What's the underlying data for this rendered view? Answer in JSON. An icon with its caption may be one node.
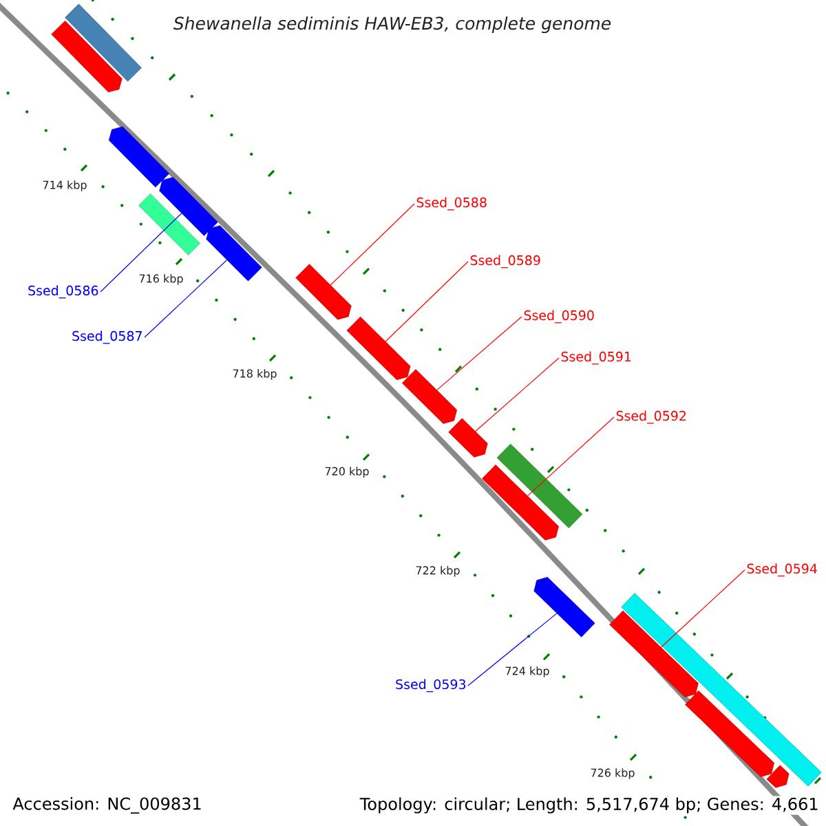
{
  "diagram": {
    "title": "Shewanella sediminis HAW-EB3, complete genome",
    "nodes": [
      {
        "text": [
          "Ssed_0588"
        ]
      },
      {
        "text": [
          "Ssed_0589"
        ]
      },
      {
        "text": [
          "Ssed_0586"
        ]
      },
      {
        "text": [
          "Ssed_0590"
        ]
      },
      {
        "text": [
          "Ssed_0587"
        ]
      },
      {
        "text": [
          "Ssed_0591"
        ]
      },
      {
        "text": [
          "Ssed_0592"
        ]
      },
      {
        "text": [
          "Ssed_0594"
        ]
      },
      {
        "text": [
          "Ssed_0593"
        ]
      },
      {
        "text": [],
        "shape": "bar"
      },
      {
        "text": [],
        "shape": "arrow"
      },
      {
        "text": [],
        "shape": "arrow"
      },
      {
        "text": [],
        "shape": "arrow"
      },
      {
        "text": [],
        "shape": "bar"
      },
      {
        "text": [],
        "shape": "arrow"
      },
      {
        "text": [],
        "shape": "arrow"
      },
      {
        "text": [],
        "shape": "arrow"
      },
      {
        "text": [],
        "shape": "arrow"
      },
      {
        "text": [],
        "shape": "arrow"
      },
      {
        "text": [],
        "shape": "bar"
      },
      {
        "text": [],
        "shape": "arrow"
      },
      {
        "text": [],
        "shape": "arrow"
      },
      {
        "text": [],
        "shape": "bar"
      },
      {
        "text": [],
        "shape": "arrow"
      },
      {
        "text": [],
        "shape": "arrow"
      },
      {
        "text": [],
        "shape": "arrow"
      }
    ],
    "edges": [
      {
        "from": 0,
        "to": 15,
        "arrow": "none"
      },
      {
        "from": 1,
        "to": 16,
        "arrow": "none"
      },
      {
        "from": 2,
        "to": 12,
        "arrow": "none",
        "color": "#0000ff"
      },
      {
        "from": 3,
        "to": 17,
        "arrow": "none"
      },
      {
        "from": 4,
        "to": 14,
        "arrow": "none",
        "color": "#0000ff"
      },
      {
        "from": 5,
        "to": 18,
        "arrow": "none"
      },
      {
        "from": 6,
        "to": 20,
        "arrow": "none"
      },
      {
        "from": 7,
        "to": 23,
        "arrow": "none"
      },
      {
        "from": 8,
        "to": 21,
        "arrow": "none",
        "color": "#0000ff"
      }
    ],
    "labels": [
      "714 kbp",
      "716 kbp",
      "718 kbp",
      "720 kbp",
      "722 kbp",
      "724 kbp",
      "726 kbp",
      "Accession: NC_009831",
      "Topology: circular; Length: 5,517,674 bp; Genes: 4,661"
    ]
  }
}
